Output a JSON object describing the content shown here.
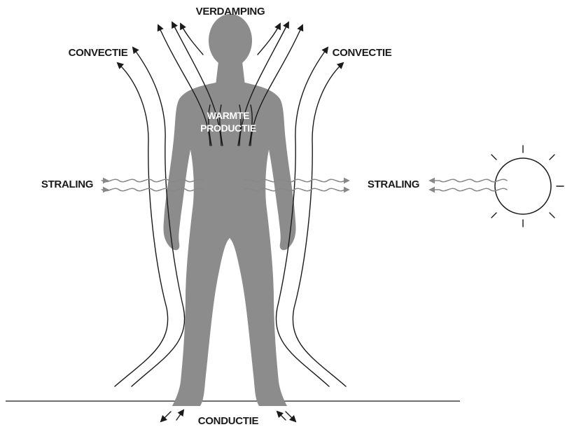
{
  "labels": {
    "evaporation": "VERDAMPING",
    "convection_left": "CONVECTIE",
    "convection_right": "CONVECTIE",
    "heat_production_line1": "WARMTE",
    "heat_production_line2": "PRODUCTIE",
    "radiation_left": "STRALING",
    "radiation_right": "STRALING",
    "conduction": "CONDUCTIE"
  },
  "colors": {
    "body": "#8c8c8c",
    "arrows": "#1a1a1a",
    "radiation_waves": "#888888",
    "background": "#ffffff"
  },
  "icons": {
    "sun": "sun-icon",
    "human": "human-body-silhouette"
  }
}
